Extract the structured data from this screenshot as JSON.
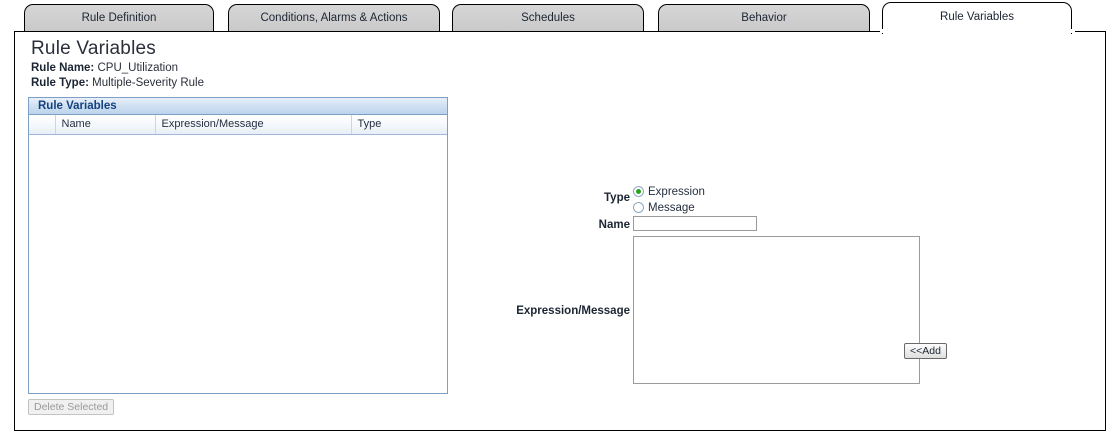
{
  "tabs": [
    {
      "label": "Rule Definition",
      "active": false
    },
    {
      "label": "Conditions, Alarms & Actions",
      "active": false
    },
    {
      "label": "Schedules",
      "active": false
    },
    {
      "label": "Behavior",
      "active": false
    },
    {
      "label": "Rule Variables",
      "active": true
    }
  ],
  "header": {
    "title": "Rule Variables",
    "rule_name_label": "Rule Name:",
    "rule_name_value": "CPU_Utilization",
    "rule_type_label": "Rule Type:",
    "rule_type_value": "Multiple-Severity Rule"
  },
  "table": {
    "caption": "Rule Variables",
    "columns": [
      "",
      "Name",
      "Expression/Message",
      "Type"
    ],
    "rows": [],
    "delete_button": "Delete Selected",
    "delete_button_disabled": true
  },
  "form": {
    "type_label": "Type",
    "type_options": [
      {
        "label": "Expression",
        "selected": true
      },
      {
        "label": "Message",
        "selected": false
      }
    ],
    "name_label": "Name",
    "name_value": "",
    "name_placeholder": "",
    "expression_label": "Expression/Message",
    "expression_value": "",
    "expression_placeholder": "",
    "add_button": "<<Add"
  },
  "colors": {
    "panel_border": "#7e9fc4",
    "caption_text": "#14427e",
    "radio_selected": "#2aa21e",
    "tab_bg": "#cfcfcf",
    "active_tab_bg": "#ffffff"
  }
}
